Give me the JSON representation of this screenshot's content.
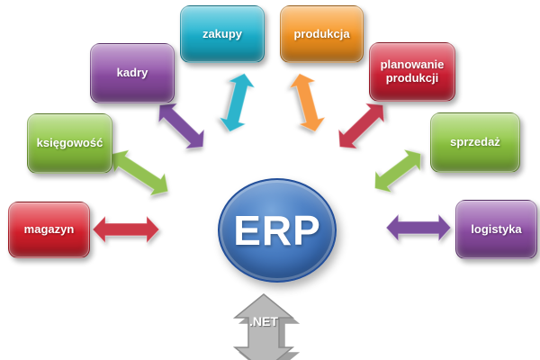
{
  "diagram": {
    "center": {
      "label": "ERP"
    },
    "platform_arrow": {
      "label": ".NET"
    },
    "modules": [
      {
        "id": "magazyn",
        "label": "magazyn"
      },
      {
        "id": "ksiegowosc",
        "label": "księgowość"
      },
      {
        "id": "kadry",
        "label": "kadry"
      },
      {
        "id": "zakupy",
        "label": "zakupy"
      },
      {
        "id": "produkcja",
        "label": "produkcja"
      },
      {
        "id": "planowanie-produkcji",
        "label": "planowanie produkcji"
      },
      {
        "id": "sprzedaz",
        "label": "sprzedaż"
      },
      {
        "id": "logistyka",
        "label": "logistyka"
      }
    ],
    "connections": [
      {
        "from": "magazyn",
        "to": "ERP",
        "type": "double-arrow",
        "color": "#cd3a48"
      },
      {
        "from": "księgowość",
        "to": "ERP",
        "type": "double-arrow",
        "color": "#93c152"
      },
      {
        "from": "kadry",
        "to": "ERP",
        "type": "double-arrow",
        "color": "#7b4f9e"
      },
      {
        "from": "zakupy",
        "to": "ERP",
        "type": "double-arrow",
        "color": "#2db4cc"
      },
      {
        "from": "produkcja",
        "to": "ERP",
        "type": "double-arrow",
        "color": "#f79b45"
      },
      {
        "from": "planowanie produkcji",
        "to": "ERP",
        "type": "double-arrow",
        "color": "#c43a4e"
      },
      {
        "from": "sprzedaż",
        "to": "ERP",
        "type": "double-arrow",
        "color": "#93c152"
      },
      {
        "from": "logistyka",
        "to": "ERP",
        "type": "double-arrow",
        "color": "#7b4f9e"
      },
      {
        "from": "ERP",
        "to": ".NET",
        "type": "double-arrow",
        "color": "#b9b9b9"
      }
    ],
    "colors": {
      "magazyn": "#dc1f2c",
      "ksiegowosc": "#8dc63f",
      "kadry": "#8e4da6",
      "zakupy": "#19b2cf",
      "produkcja": "#f7941e",
      "planowanie": "#d31f34",
      "sprzedaz": "#8dc63f",
      "logistyka": "#8e4da6",
      "erp": "#3c73bb",
      "arrow_red": "#cd3a48",
      "arrow_green": "#93c152",
      "arrow_purple": "#7b4f9e",
      "arrow_cyan": "#2db4cc",
      "arrow_orange": "#f79b45",
      "arrow_crimson": "#c43a4e",
      "arrow_gray": "#b9b9b9",
      "background": "#ffffff"
    }
  }
}
